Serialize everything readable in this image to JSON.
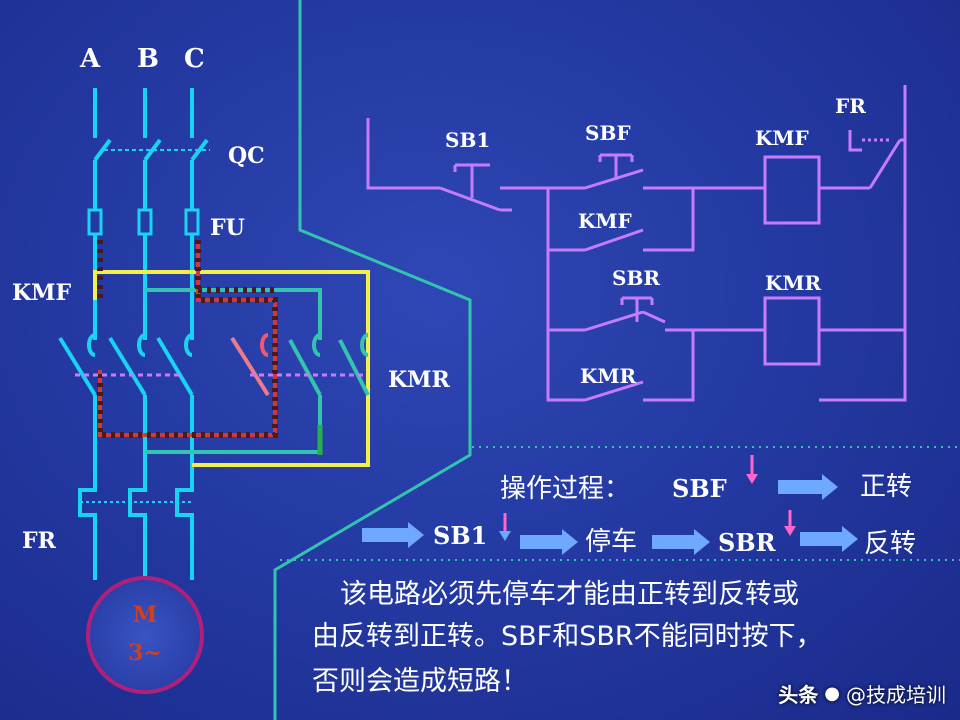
{
  "phases": [
    "A",
    "B",
    "C"
  ],
  "labels": {
    "qc": "QC",
    "fu": "FU",
    "kmf_main": "KMF",
    "kmr_main": "KMR",
    "fr_main": "FR",
    "motor_m": "M",
    "motor_phase": "3~"
  },
  "control": {
    "sb1": "SB1",
    "sbf": "SBF",
    "kmf_coil": "KMF",
    "fr": "FR",
    "kmf_aux": "KMF",
    "sbr": "SBR",
    "kmr_coil": "KMR",
    "kmr_aux": "KMR"
  },
  "process": {
    "heading": "操作过程：",
    "sbf": "SBF",
    "forward": "正转",
    "sb1": "SB1",
    "stop": "停车",
    "sbr": "SBR",
    "reverse": "反转"
  },
  "note": {
    "line1": "该电路必须先停车才能由正转到反转或",
    "line2": "由反转到正转。SBF和SBR不能同时按下，",
    "line3": "否则会造成短路！"
  },
  "watermark": {
    "prefix": "头条",
    "handle": "@技成培训"
  },
  "colors": {
    "background": "#2a3fa8",
    "power_wire": "#19d4f0",
    "control_wire": "#c77cff",
    "kmf_link": "#f5ef4a",
    "kmr_link": "#33c4b0",
    "short_path": "#cc3a3a",
    "short_path_dots": "#4a1a1a",
    "motor": "#b0207a"
  }
}
